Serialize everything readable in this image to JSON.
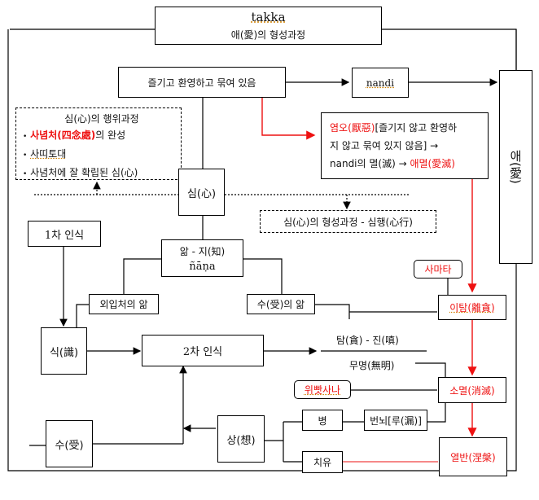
{
  "title": {
    "main": "takka",
    "subtitle": "애(愛)의 형성과정"
  },
  "nodes": {
    "enjoy": "즐기고 환영하고 묶여 있음",
    "nandi": "nandi",
    "ae": "애(愛)",
    "mind_action_box": {
      "heading": "심(心)의 행위과정",
      "items": [
        {
          "red": "사념처(四念處)",
          "rest": "의 완성"
        },
        {
          "red": "",
          "rest": "사띠토대"
        },
        {
          "red": "",
          "rest": "사념처에 잘 확립된 심(心)"
        }
      ],
      "bullet": "•"
    },
    "disgust_box": {
      "line1_red": "염오(厭惡)",
      "line1_rest": "[즐기지 않고 환영하",
      "line2": "지 않고 묶여 있지 않음] →",
      "line3_a": "nandi의 멸(滅) → ",
      "line3_red": "애멸(愛滅)"
    },
    "mind": "심(心)",
    "mind_formation": "심(心)의 형성과정 - 심행(心行)",
    "first_cognition": "1차 인식",
    "knowing": {
      "line1": "앎 - 지(知)",
      "line2": "ñāṇa"
    },
    "samatha": "사마타",
    "external_knowing": "외입처의 앎",
    "feeling_knowing": "수(受)의 앎",
    "dispassion": "이탐(離貪)",
    "consciousness": "식(識)",
    "second_cognition": "2차 인식",
    "greed_hate": "탐(貪) - 진(嗔)",
    "ignorance": "무명(無明)",
    "vipassana": "위빳사나",
    "cessation": "소멸(消滅)",
    "feeling": "수(受)",
    "perception": "상(想)",
    "disease": "병",
    "defilement": "번뇌[루(漏)]",
    "healing": "치유",
    "nibbana": "열반(涅槃)"
  },
  "colors": {
    "accent_red": "#ee1111",
    "line": "#000000"
  }
}
